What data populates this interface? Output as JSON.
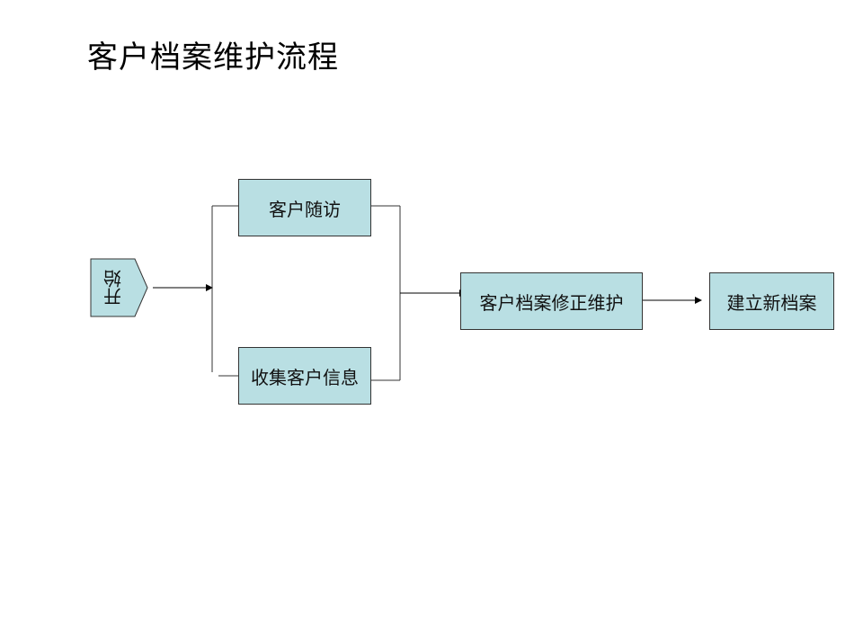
{
  "title": "客户档案维护流程",
  "colors": {
    "box_fill": "#b9dfe3",
    "border": "#333333",
    "line": "#000000"
  },
  "nodes": {
    "start": {
      "label": "开始",
      "shape": "pentagon-arrow"
    },
    "visit": {
      "label": "客户随访"
    },
    "collect": {
      "label": "收集客户信息"
    },
    "revise": {
      "label": "客户档案修正维护"
    },
    "create": {
      "label": "建立新档案"
    }
  },
  "edges": [
    {
      "from": "start",
      "to": "visit"
    },
    {
      "from": "start",
      "to": "collect"
    },
    {
      "from": "visit",
      "to": "revise"
    },
    {
      "from": "collect",
      "to": "revise"
    },
    {
      "from": "revise",
      "to": "create"
    }
  ]
}
